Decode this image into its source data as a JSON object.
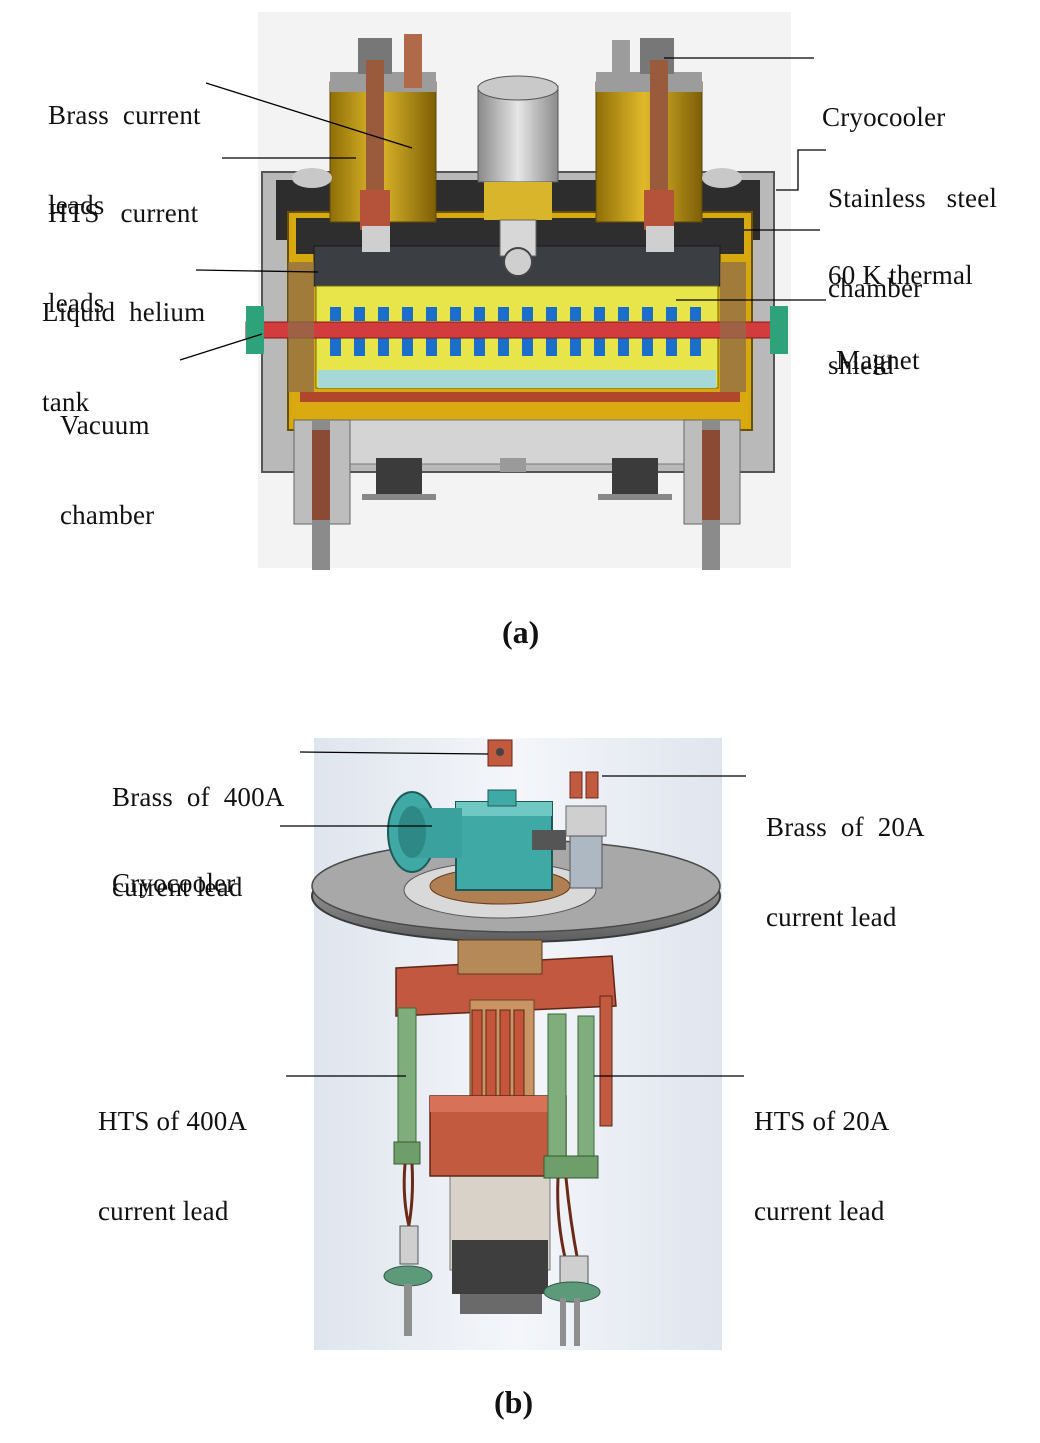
{
  "panel_a": {
    "caption": "(a)",
    "labels": {
      "brass_current_leads": [
        "Brass  current",
        "leads"
      ],
      "hts_current_leads": [
        "HTS   current",
        "leads"
      ],
      "liquid_helium_tank": [
        "Liquid  helium",
        "tank"
      ],
      "vacuum_chamber": [
        "Vacuum",
        "chamber"
      ],
      "cryocooler": [
        "Cryocooler"
      ],
      "stainless_steel_chamber": [
        "Stainless   steel",
        "chamber"
      ],
      "thermal_shield": [
        "60 K thermal",
        "shield"
      ],
      "magnet": [
        "Magnet"
      ]
    }
  },
  "panel_b": {
    "caption": "(b)",
    "labels": {
      "brass_400a": [
        "Brass  of  400A",
        "current lead"
      ],
      "cryocooler": [
        "Cryocooler"
      ],
      "hts_400a": [
        "HTS of 400A",
        "current lead"
      ],
      "brass_20a": [
        "Brass  of  20A",
        "current lead"
      ],
      "hts_20a": [
        "HTS of 20A",
        "current lead"
      ]
    }
  },
  "colors": {
    "gold": "#c9a20e",
    "yellow": "#e8e43a",
    "blue_coil": "#1f6fc9",
    "copper": "#b5533a",
    "teal": "#3fa9a6",
    "steel": "#9a9a9a",
    "dark": "#3a3a3a",
    "red_pipe": "#d23a3a",
    "green_rod": "#7fae7c"
  }
}
